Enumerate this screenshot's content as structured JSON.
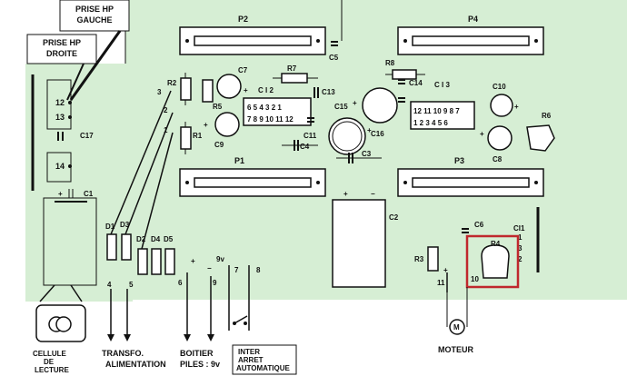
{
  "colors": {
    "board": "#d6eed4",
    "ink": "#111111",
    "highlight": "#c0282d",
    "page": "#ffffff"
  },
  "connectors": {
    "hp_gauche": [
      "PRISE HP",
      "GAUCHE"
    ],
    "hp_droite": [
      "PRISE HP",
      "DROITE"
    ],
    "pin12": "12",
    "pin13": "13",
    "pin14": "14",
    "wire3": "3",
    "wire2": "2",
    "wire1": "1"
  },
  "components": {
    "P1": "P1",
    "P2": "P2",
    "P3": "P3",
    "P4": "P4",
    "C1": "C1",
    "C2": "C2",
    "C3": "C3",
    "C4": "C4",
    "C5": "C5",
    "C6": "C6",
    "C7": "C7",
    "C8": "C8",
    "C9": "C9",
    "C10": "C10",
    "C11": "C11",
    "C13": "C13",
    "C14": "C14",
    "C15": "C15",
    "C16": "C16",
    "C17": "C17",
    "R1": "R1",
    "R2": "R2",
    "R3": "R3",
    "R4": "R4",
    "R5": "R5",
    "R6": "R6",
    "R7": "R7",
    "R8": "R8",
    "D1": "D1",
    "D2": "D2",
    "D3": "D3",
    "D4": "D4",
    "D5": "D5",
    "CI1": "CI1",
    "CI2": "C I 2",
    "CI3": "C I 3",
    "ci2_top": "6 5 4    3 2 1",
    "ci2_bot": "7 8 9   10 11 12",
    "ci3_top": "12 11 10   9 8 7",
    "ci3_bot": "1 2 3    4 5 6",
    "plus": "+",
    "minus": "−"
  },
  "pins": {
    "p4": "4",
    "p5": "5",
    "p6": "6",
    "p7": "7",
    "p8": "8",
    "p9": "9",
    "p10": "10",
    "p11": "11",
    "ci1_1": "1",
    "ci1_2": "2",
    "ci1_3": "3",
    "volt": "9v"
  },
  "bottom_labels": {
    "cellule": [
      "CELLULE",
      "DE",
      "LECTURE"
    ],
    "transfo": [
      "TRANSFO.",
      "ALIMENTATION"
    ],
    "boitier": [
      "BOITIER",
      "PILES : 9v"
    ],
    "inter": [
      "INTER",
      "ARRET",
      "AUTOMATIQUE"
    ],
    "moteur": "MOTEUR",
    "motor_symbol": "M"
  }
}
